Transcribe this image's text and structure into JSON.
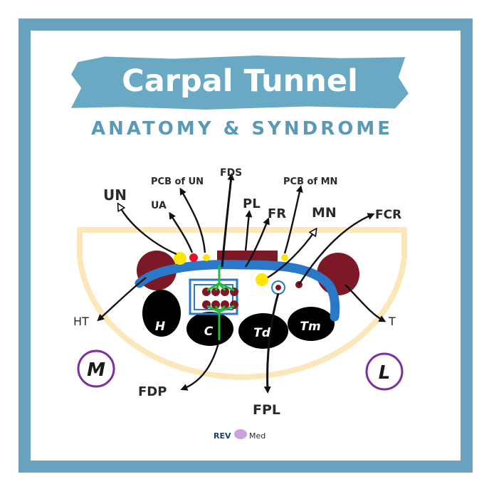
{
  "header": {
    "title": "Carpal Tunnel",
    "subtitle": "ANATOMY & SYNDROME"
  },
  "diagram": {
    "labels": {
      "un": "UN",
      "ua": "UA",
      "pcb_un": "PCB of UN",
      "fds": "FDS",
      "pl": "PL",
      "fr": "FR",
      "pcb_mn": "PCB of MN",
      "mn": "MN",
      "fcr": "FCR",
      "ht": "HT",
      "t": "T",
      "fdp": "FDP",
      "fpl": "FPL"
    },
    "bones": {
      "h": "H",
      "c": "C",
      "td": "Td",
      "tm": "Tm"
    },
    "orientation": {
      "medial": "M",
      "lateral": "L"
    },
    "colors": {
      "outline": "#fbe7b9",
      "bone": "#000000",
      "muscle": "#7d1826",
      "retinaculum": "#2a78c9",
      "nerve": "#ffe600",
      "artery": "#e8102c",
      "flexor_digitorum": "#1fbe3a",
      "circle_outline": "#7b2fa0",
      "frame": "#69a3bf",
      "text": "#2a2a2a"
    }
  },
  "footer": {
    "brand_rev": "REV",
    "brand_med": "Med"
  }
}
